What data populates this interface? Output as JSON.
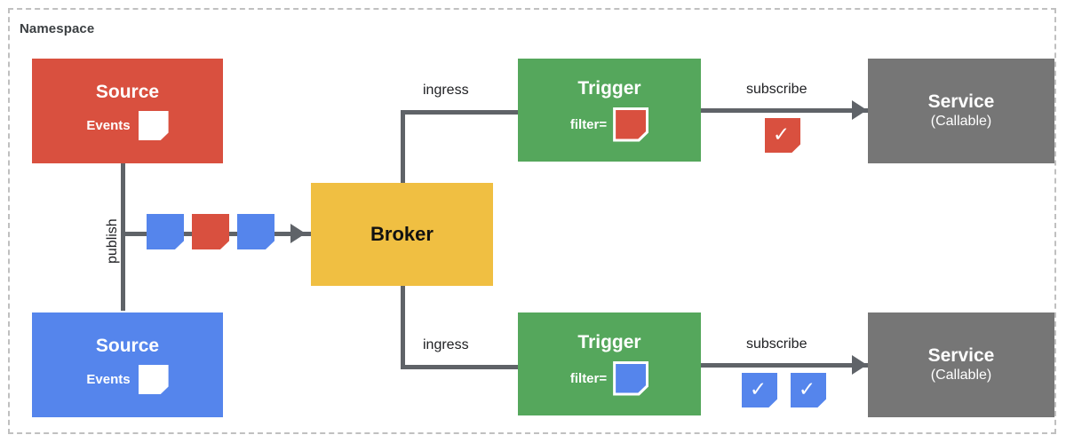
{
  "namespace": {
    "label": "Namespace"
  },
  "nodes": {
    "source_red": {
      "title": "Source",
      "events_label": "Events",
      "color": "#d9503f",
      "chip_color": "#ffffff"
    },
    "source_blue": {
      "title": "Source",
      "events_label": "Events",
      "color": "#5585ec",
      "chip_color": "#ffffff"
    },
    "broker": {
      "title": "Broker",
      "color": "#f0bf42"
    },
    "trigger_top": {
      "title": "Trigger",
      "filter_label": "filter=",
      "color": "#55a75c",
      "filter_chip_color": "#d9503f"
    },
    "trigger_bottom": {
      "title": "Trigger",
      "filter_label": "filter=",
      "color": "#55a75c",
      "filter_chip_color": "#5585ec"
    },
    "service_top": {
      "title": "Service",
      "subtitle": "(Callable)",
      "color": "#767676"
    },
    "service_bottom": {
      "title": "Service",
      "subtitle": "(Callable)",
      "color": "#767676"
    }
  },
  "edges": {
    "publish": "publish",
    "ingress_top": "ingress",
    "ingress_bottom": "ingress",
    "subscribe_top": "subscribe",
    "subscribe_bottom": "subscribe"
  },
  "wire_events": [
    {
      "name": "event-chip-1",
      "color": "#5585ec"
    },
    {
      "name": "event-chip-2",
      "color": "#d9503f"
    },
    {
      "name": "event-chip-3",
      "color": "#5585ec"
    }
  ],
  "delivered_top": [
    {
      "name": "delivered-event-red",
      "color": "#d9503f",
      "mark": "✓"
    }
  ],
  "delivered_bottom": [
    {
      "name": "delivered-event-blue-1",
      "color": "#5585ec",
      "mark": "✓"
    },
    {
      "name": "delivered-event-blue-2",
      "color": "#5585ec",
      "mark": "✓"
    }
  ],
  "colors": {
    "connector": "#5f6368",
    "namespace_border": "#c0c0c0",
    "background": "#ffffff"
  }
}
